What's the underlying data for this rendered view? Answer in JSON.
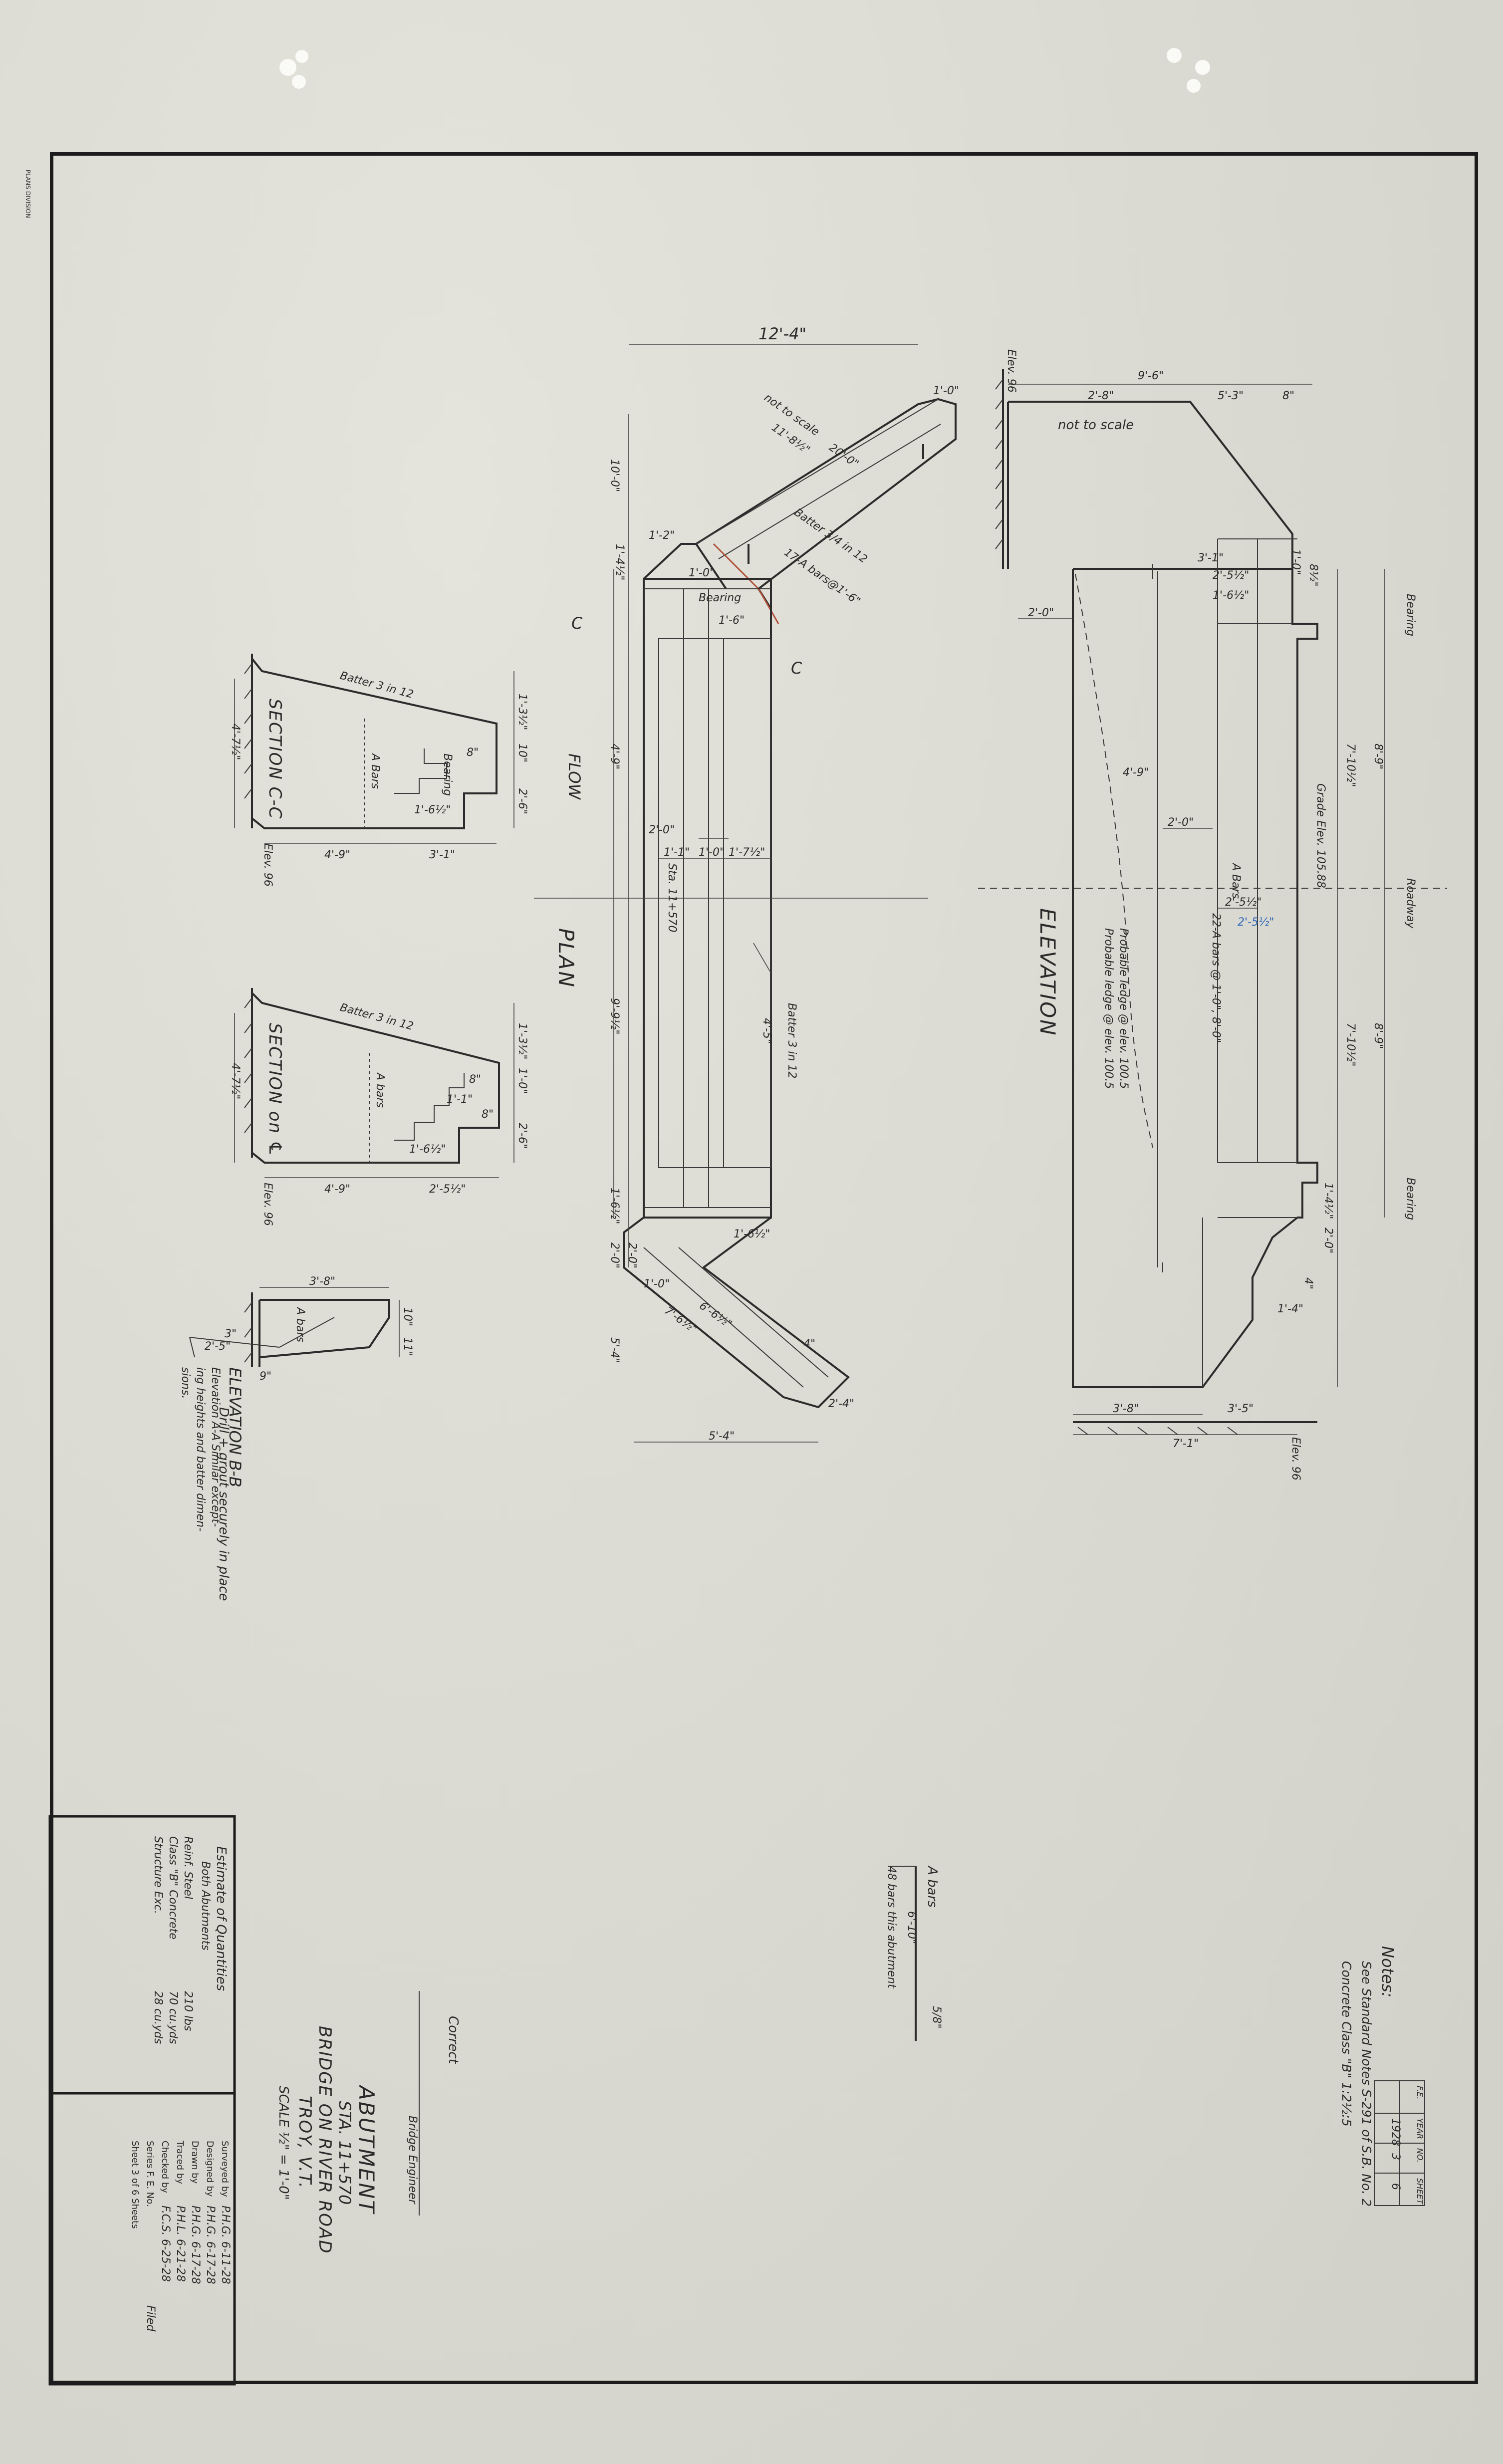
{
  "plan": {
    "title": "PLAN",
    "flow_label": "FLOW",
    "section_mark": "C",
    "stamp_note": "not to scale",
    "batter_wing": "Batter 3/4 in 12",
    "batter_face": "Batter 3 in 12",
    "bars_wing": "17-A bars@1'-6\"",
    "bearing": "Bearing",
    "sta": "Sta. 11+570",
    "dims": {
      "top": "12'-4\"",
      "wing_len": "11'-8½\"",
      "wing_w": "20'-0\"",
      "left_w": "10'-0\"",
      "d1": "1'-4½\"",
      "d2": "4'-9\"",
      "d3": "9'-9½\"",
      "d4": "1'-6½\"",
      "d5": "2'-0\"",
      "d6": "2'-0\"",
      "d7": "5'-4\"",
      "d8": "5'-4\"",
      "d9": "7'-6½\"",
      "d10": "6'-6½\"",
      "d11": "1'-0\"",
      "d12": "1'-1\"",
      "d13": "1'-7½\"",
      "d14": "2'-0\"",
      "d15": "4'-5\"",
      "d16": "1'-6½\"",
      "d17": "1'-2\"",
      "d18": "1'-0\"",
      "d19": "1'-6\"",
      "d20": "2'-4\"",
      "d21": "1'-0\"",
      "d22": "4\"",
      "d23": "1'-0\""
    }
  },
  "elevation": {
    "title": "ELEVATION",
    "stamp_note": "not to scale",
    "elev_top": "Elev. 96",
    "elev_bottom": "Elev. 96",
    "grade_elev": "Grade Elev. 105.88",
    "a_bars": "A Bars",
    "bars_note": "22-A bars @ 1'-0\", 8'-0\"",
    "ledge1": "Probable ledge @ elev. 100.5",
    "ledge2": "Probable ledge @ elev. 100.5",
    "bearing_left": "Bearing",
    "roadway": "Roadway",
    "bearing_right": "Bearing",
    "dims": {
      "a": "9'-6\"",
      "b": "2'-8\"",
      "c": "5'-3\"",
      "d": "8\"",
      "e": "3'-1\"",
      "f": "2'-5½\"",
      "g": "1'-6½\"",
      "h": "2'-0\"",
      "i": "4'-9\"",
      "j": "2'-0\"",
      "k": "2'-5½\"",
      "k_blue": "2'-5½\"",
      "l": "8'-9\"",
      "m": "7'-10½\"",
      "n": "7'-10½\"",
      "o": "8'-9\"",
      "p": "2'-0\"",
      "q": "1'-4\"",
      "r": "3'-8\"",
      "s": "3'-5\"",
      "t": "7'-1\"",
      "u": "1'-0\"",
      "v": "8½\"",
      "w": "1'-4½\"",
      "x": "4\""
    }
  },
  "section_cc": {
    "title": "SECTION C-C",
    "batter": "Batter 3 in 12",
    "a_bars": "A Bars",
    "bearing": "Bearing",
    "elev": "Elev. 96",
    "dims": {
      "a": "4'-7½\"",
      "b": "4'-9\"",
      "c": "3'-1\"",
      "d": "1'-3½\"",
      "e": "10\"",
      "f": "2'-6\"",
      "g": "1'-6½\"",
      "h": "8\""
    }
  },
  "section_cl": {
    "title": "SECTION on ℄",
    "batter": "Batter 3 in 12",
    "a_bars": "A bars",
    "elev": "Elev. 96",
    "dims": {
      "a": "4'-7½\"",
      "b": "4'-9\"",
      "c": "2'-5½\"",
      "d": "1'-3½\"",
      "e": "1'-0\"",
      "f": "2'-6\"",
      "g": "1'-6½\"",
      "h": "8\"",
      "i": "1'-1\"",
      "j": "8\""
    }
  },
  "elevation_bb": {
    "title": "ELEVATION B-B",
    "line1": "Elevation A-A Similar except-",
    "line2": "ing heights and batter dimen-",
    "line3": "sions.",
    "drill_note": "Drill + grout securely in place",
    "a_bars": "A bars",
    "dims": {
      "a": "3'-8\"",
      "b": "10\"",
      "c": "11\"",
      "d": "2'-5\"",
      "e": "3\"",
      "f": "9\""
    }
  },
  "notes": {
    "title": "Notes:",
    "line1": "See Standard Notes S-291 of S.B. No. 2",
    "line2": "Concrete Class \"B\" 1:2½:5"
  },
  "bar_schedule": {
    "title": "A bars",
    "size": "5/8\"",
    "length": "6'-10\"",
    "count": "48 bars this abutment"
  },
  "approval": {
    "correct": "Correct",
    "engineer": "Bridge Engineer"
  },
  "title_block": {
    "main": "ABUTMENT",
    "sta": "STA. 11+570",
    "bridge": "BRIDGE ON RIVER ROAD",
    "town": "TROY, V.T.",
    "scale": "SCALE ½\" = 1'-0\""
  },
  "quantities": {
    "title": "Estimate of Quantities",
    "subtitle": "Both Abutments",
    "rows": [
      {
        "item": "Reinf. Steel",
        "qty": "210 lbs"
      },
      {
        "item": "Class \"B\" Concrete",
        "qty": "70 cu.yds"
      },
      {
        "item": "Structure Exc.",
        "qty": "28 cu.yds"
      }
    ]
  },
  "signatures": {
    "rows": [
      {
        "label": "Surveyed by",
        "value": "P.H.G.   6-11-28"
      },
      {
        "label": "Designed by",
        "value": "P.H.G.   6-17-28"
      },
      {
        "label": "Drawn by",
        "value": "P.H.G.   6-17-28"
      },
      {
        "label": "Traced by",
        "value": "P.H.L.   6-21-28"
      },
      {
        "label": "Checked by",
        "value": "F.C.S.   6-25-28"
      },
      {
        "label": "Series F. E.  No.",
        "value": "Filed"
      },
      {
        "label": "Sheet 3 of 6 Sheets",
        "value": ""
      }
    ]
  },
  "stamp_table": {
    "headers": [
      "F.E.",
      "YEAR",
      "NO.",
      "SHEET"
    ],
    "values": [
      "",
      "1928",
      "3",
      "6"
    ]
  },
  "margin_stamp": "PLANS DIVISION"
}
